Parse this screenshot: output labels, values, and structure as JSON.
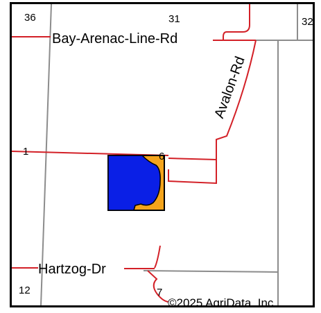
{
  "map": {
    "roads": [
      {
        "id": "bay-arenac-line-rd",
        "label": "Bay-Arenac-Line-Rd"
      },
      {
        "id": "avalon-rd",
        "label": "Avalon-Rd"
      },
      {
        "id": "hartzog-dr",
        "label": "Hartzog-Dr"
      }
    ],
    "sections": [
      "36",
      "31",
      "32",
      "1",
      "6",
      "12",
      "7"
    ],
    "copyright": "©2025 AgriData, Inc.",
    "colors": {
      "road": "#d32027",
      "section_line": "#8c8c8c",
      "field_primary": "#0a1fe6",
      "field_secondary": "#f4a41c",
      "field_outline": "#000000",
      "frame": "#000000"
    }
  }
}
